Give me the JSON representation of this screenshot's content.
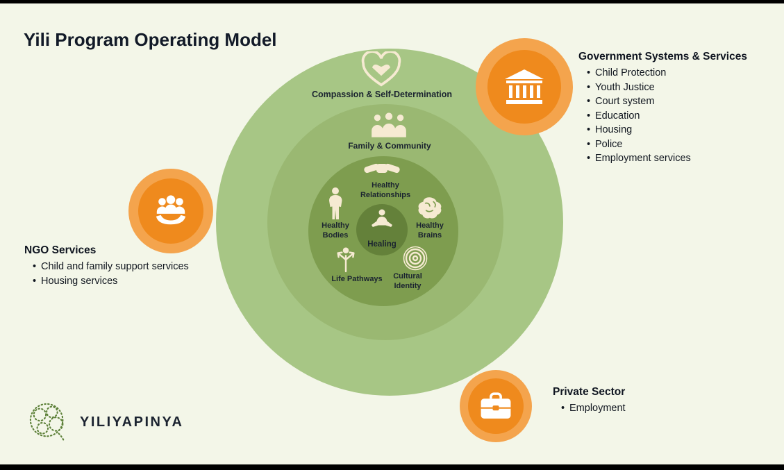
{
  "title": "Yili Program Operating Model",
  "model": {
    "outer_ring_label": "Compassion & Self-Determination",
    "middle_ring_label": "Family & Community",
    "center_label": "Healing",
    "inner_items": {
      "relationships": "Healthy Relationships",
      "bodies": "Healthy Bodies",
      "brains": "Healthy Brains",
      "pathways": "Life Pathways",
      "cultural": "Cultural Identity"
    }
  },
  "government": {
    "heading": "Government Systems & Services",
    "items": [
      "Child Protection",
      "Youth Justice",
      "Court system",
      "Education",
      "Housing",
      "Police",
      "Employment services"
    ]
  },
  "ngo": {
    "heading": "NGO Services",
    "items": [
      "Child and family support services",
      "Housing services"
    ]
  },
  "private_sector": {
    "heading": "Private Sector",
    "items": [
      "Employment"
    ]
  },
  "logo": {
    "text": "YILIYAPINYA"
  },
  "icons": {
    "outer_ring": "heart-hands-icon",
    "middle_ring": "family-community-icon",
    "relationships": "handshake-icon",
    "bodies": "human-body-icon",
    "brains": "brain-icon",
    "center": "meditation-icon",
    "pathways": "signpost-person-icon",
    "cultural": "concentric-circles-icon",
    "government": "government-building-icon",
    "ngo": "people-in-hands-icon",
    "private_sector": "briefcase-icon",
    "logo": "dotted-brain-logo-icon"
  },
  "colors": {
    "background": "#f3f6e8",
    "circle_outer": "#a7c685",
    "circle_middle": "#9ab872",
    "circle_inner": "#7e9d4f",
    "circle_center": "#64813a",
    "orange": "#ef8a1d",
    "orange_halo": "#f4a44d",
    "icon_cream": "#f6ead2",
    "text_dark": "#121a28"
  }
}
